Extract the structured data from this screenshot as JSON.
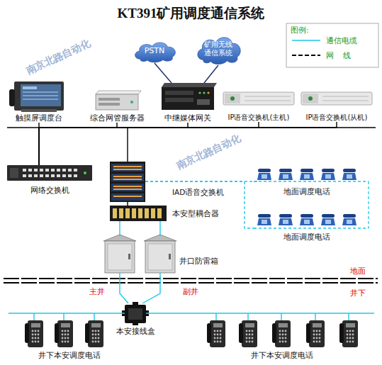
{
  "diagram": {
    "title": "KT391矿用调度通信系统",
    "nodes": [
      {
        "text": [
          "PSTN"
        ]
      },
      {
        "text": [
          "矿用无线 通信系统"
        ]
      },
      {
        "text": [
          "触摸屏调度台"
        ]
      },
      {
        "text": [
          "综合网管服务器"
        ]
      },
      {
        "text": [
          "中继媒体网关"
        ]
      },
      {
        "text": [
          "IP语音交换机(主机)"
        ]
      },
      {
        "text": [
          "IP语音交换机(从机)"
        ]
      },
      {
        "text": [
          "网络交换机"
        ]
      },
      {
        "text": [
          "IAD语音交换机"
        ]
      },
      {
        "text": [
          "地面调度电话"
        ]
      },
      {
        "text": [
          "本安型耦合器"
        ]
      },
      {
        "text": [
          "地面调度电话"
        ]
      },
      {
        "text": [
          "井口防雷箱"
        ]
      },
      {
        "text": [
          "本安接线盒"
        ]
      },
      {
        "text": [
          "井下本安调度电话"
        ]
      },
      {
        "text": [
          "井下本安调度电话"
        ]
      }
    ],
    "edges": [
      {
        "from": 0,
        "to": 4,
        "arrow": "none"
      },
      {
        "from": 1,
        "to": 4,
        "arrow": "none"
      },
      {
        "from": 7,
        "to": 2,
        "arrow": "none"
      },
      {
        "from": 7,
        "to": 3,
        "arrow": "none"
      },
      {
        "from": 7,
        "to": 4,
        "arrow": "none"
      },
      {
        "from": 7,
        "to": 5,
        "arrow": "none"
      },
      {
        "from": 7,
        "to": 6,
        "arrow": "none"
      },
      {
        "from": 7,
        "to": 8,
        "arrow": "none"
      },
      {
        "from": 8,
        "to": 10,
        "arrow": "none"
      },
      {
        "from": 8,
        "to": 9,
        "arrow": "none"
      },
      {
        "from": 8,
        "to": 11,
        "arrow": "none"
      },
      {
        "from": 10,
        "to": 12,
        "arrow": "none"
      },
      {
        "from": 12,
        "to": 13,
        "arrow": "none"
      },
      {
        "from": 13,
        "to": 14,
        "arrow": "none"
      },
      {
        "from": 13,
        "to": 15,
        "arrow": "none"
      }
    ],
    "labels": [
      "图例:",
      "地面",
      "井下",
      "主井",
      "副井",
      "南京北路自动化",
      "南京北路自动化"
    ],
    "legend": [
      {
        "text": "通信电缆"
      },
      {
        "text": "网    线"
      }
    ]
  }
}
